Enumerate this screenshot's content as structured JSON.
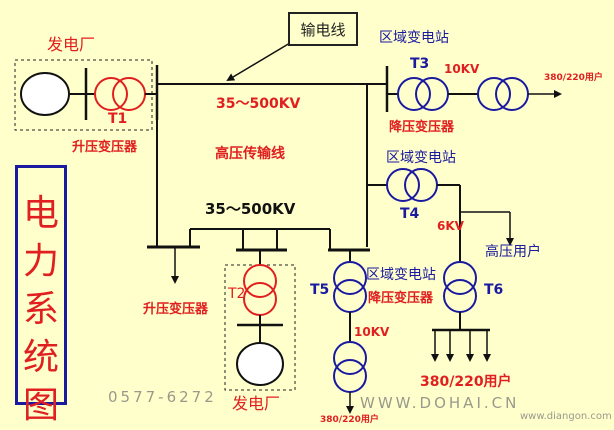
{
  "title": "电力系统图",
  "transmission_line_callout": "输电线",
  "labels": {
    "power_plant_top": "发电厂",
    "power_plant_bottom": "发电厂",
    "t1": "T1",
    "t2": "T2",
    "t3": "T3",
    "t4": "T4",
    "t5": "T5",
    "t6": "T6",
    "step_up_1": "升压变压器",
    "step_up_2": "升压变压器",
    "step_down_1": "降压变压器",
    "step_down_2": "降压变压器",
    "regional_substation_1": "区域变电站",
    "regional_substation_2": "区域变电站",
    "regional_substation_3": "区域变电站",
    "hv_line": "高压传输线",
    "voltage_top": "35～500KV",
    "voltage_mid": "35～500KV",
    "kv10_top": "10KV",
    "kv10_bottom": "10KV",
    "kv6": "6KV",
    "hv_user": "高压用户",
    "user_380_top": "380/220用户",
    "user_380_main": "380/220用户",
    "user_380_bottom": "380/220用户"
  },
  "watermarks": {
    "phone": "0577-6272",
    "site": "WWW.DOHAI.CN",
    "url": "www.diangon.com"
  },
  "colors": {
    "background": "#ffffcc",
    "red": "#e02020",
    "blue": "#1a1aa0",
    "line": "#111111"
  }
}
